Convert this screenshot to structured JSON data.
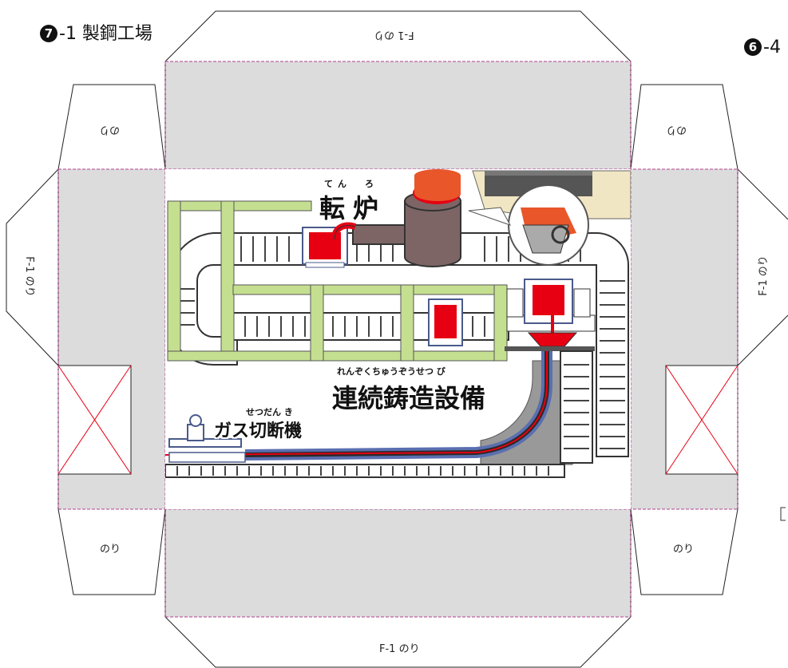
{
  "page": {
    "title_number": "7",
    "title_text": "-1 製鋼工場",
    "right_number": "6",
    "right_text": "-4"
  },
  "glue_labels": {
    "top": "F-1 のり",
    "bottom": "F-1 のり",
    "left": "F-1 のり",
    "right": "F-1 のり",
    "tab_top_left": "のり",
    "tab_top_right": "のり",
    "tab_bottom_left": "のり",
    "tab_bottom_right": "のり"
  },
  "scene": {
    "converter_ruby": "てん　ろ",
    "converter_label": "転炉",
    "caster_ruby": "れんぞくちゅうぞうせつ び",
    "caster_label": "連続鋳造設備",
    "cutter_ruby": "せつだん き",
    "cutter_label": "ガス切断機"
  },
  "colors": {
    "panel_gray": "#dcdcdd",
    "frame_green": "#c5df91",
    "steel_red": "#e60012",
    "molten_orange": "#e8562a",
    "vessel_brown": "#7d6566",
    "track_gray": "#a7a7a7",
    "cut_line": "#e60012",
    "fold_line": "#b0418e"
  }
}
